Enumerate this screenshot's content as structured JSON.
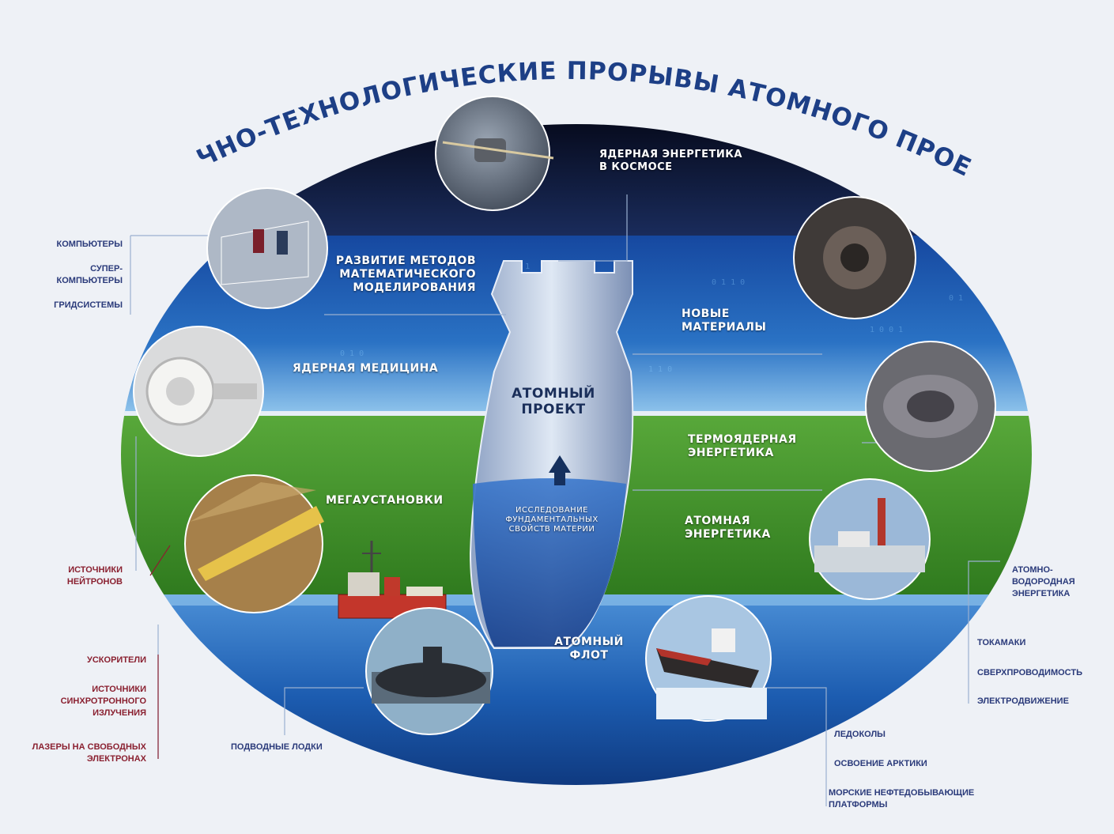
{
  "title": "НАУЧНО-ТЕХНОЛОГИЧЕСКИЕ  ПРОРЫВЫ АТОМНОГО ПРОЕКТА",
  "center": {
    "label_line1": "АТОМНЫЙ",
    "label_line2": "ПРОЕКТ",
    "base_line1": "ИССЛЕДОВАНИЕ",
    "base_line2": "ФУНДАМЕНТАЛЬНЫХ",
    "base_line3": "СВОЙСТВ МАТЕРИИ"
  },
  "sections": {
    "space_line1": "ЯДЕРНАЯ ЭНЕРГЕТИКА",
    "space_line2": "В КОСМОСЕ",
    "math_line1": "РАЗВИТИЕ МЕТОДОВ",
    "math_line2": "МАТЕМАТИЧЕСКОГО",
    "math_line3": "МОДЕЛИРОВАНИЯ",
    "materials_line1": "НОВЫЕ",
    "materials_line2": "МАТЕРИАЛЫ",
    "medicine": "ЯДЕРНАЯ МЕДИЦИНА",
    "fusion_line1": "ТЕРМОЯДЕРНАЯ",
    "fusion_line2": "ЭНЕРГЕТИКА",
    "megainstall": "МЕГАУСТАНОВКИ",
    "nuclear_line1": "АТОМНАЯ",
    "nuclear_line2": "ЭНЕРГЕТИКА",
    "fleet_line1": "АТОМНЫЙ",
    "fleet_line2": "ФЛОТ"
  },
  "side_notes": {
    "left_top": [
      "КОМПЬЮТЕРЫ",
      "СУПЕР-",
      "КОМПЬЮТЕРЫ",
      "ГРИДСИСТЕМЫ"
    ],
    "left_neutrons": [
      "ИСТОЧНИКИ",
      "НЕЙТРОНОВ"
    ],
    "left_accel": "УСКОРИТЕЛИ",
    "left_sync": [
      "ИСТОЧНИКИ",
      "СИНХРОТРОННОГО",
      "ИЗЛУЧЕНИЯ"
    ],
    "left_lasers": [
      "ЛАЗЕРЫ НА СВОБОДНЫХ",
      "ЭЛЕКТРОНАХ"
    ],
    "submarines": "ПОДВОДНЫЕ ЛОДКИ",
    "right_hydrogen": [
      "АТОМНО-",
      "ВОДОРОДНАЯ",
      "ЭНЕРГЕТИКА"
    ],
    "right_tokamaks": "ТОКАМАКИ",
    "right_supercond": "СВЕРХПРОВОДИМОСТЬ",
    "right_electromotion": "ЭЛЕКТРОДВИЖЕНИЕ",
    "bottom_icebreakers": "ЛЕДОКОЛЫ",
    "bottom_arctic": "ОСВОЕНИЕ АРКТИКИ",
    "bottom_platforms": [
      "МОРСКИЕ НЕФТЕДОБЫВАЮЩИЕ",
      "ПЛАТФОРМЫ"
    ]
  },
  "colors": {
    "title": "#1d3f86",
    "space": "#0d1a3a",
    "sky": "#1d5fb0",
    "grass": "#3e8f2a",
    "sea": "#1f62b8",
    "bomb": "#b9c7de",
    "note_blue": "#2a3a7a",
    "note_red": "#8a2030"
  },
  "icons": [
    "satellite-photo",
    "supercomputer-photo",
    "materials-photo",
    "mri-scanner-photo",
    "tokamak-photo",
    "accelerator-photo",
    "power-plant-photo",
    "submarine-photo",
    "icebreaker-photo",
    "oil-platform",
    "up-arrow-icon"
  ]
}
